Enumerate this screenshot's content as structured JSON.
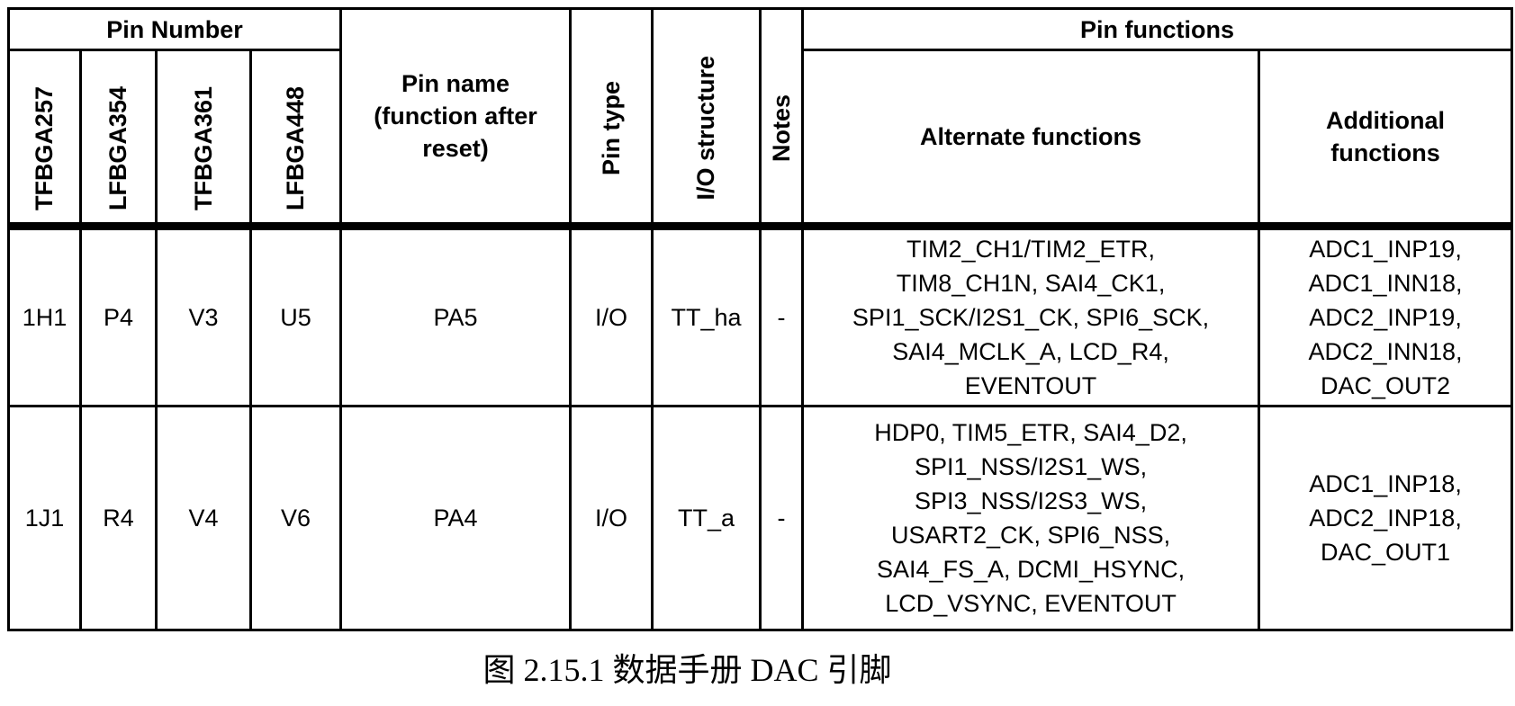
{
  "colors": {
    "background": "#ffffff",
    "border": "#000000",
    "text": "#000000"
  },
  "table": {
    "headers": {
      "pin_number_group": "Pin Number",
      "pin_functions_group": "Pin functions",
      "packages": [
        "TFBGA257",
        "LFBGA354",
        "TFBGA361",
        "LFBGA448"
      ],
      "pin_name": "Pin name\n(function after\nreset)",
      "pin_type": "Pin type",
      "io_structure": "I/O structure",
      "notes": "Notes",
      "alternate_functions": "Alternate functions",
      "additional_functions": "Additional\nfunctions"
    },
    "rows": [
      {
        "tfbga257": "1H1",
        "lfbga354": "P4",
        "tfbga361": "V3",
        "lfbga448": "U5",
        "pin_name": "PA5",
        "pin_type": "I/O",
        "io_structure": "TT_ha",
        "notes": "-",
        "alternate_functions": "TIM2_CH1/TIM2_ETR,\nTIM8_CH1N, SAI4_CK1,\nSPI1_SCK/I2S1_CK, SPI6_SCK,\nSAI4_MCLK_A, LCD_R4,\nEVENTOUT",
        "additional_functions": "ADC1_INP19,\nADC1_INN18,\nADC2_INP19,\nADC2_INN18,\nDAC_OUT2"
      },
      {
        "tfbga257": "1J1",
        "lfbga354": "R4",
        "tfbga361": "V4",
        "lfbga448": "V6",
        "pin_name": "PA4",
        "pin_type": "I/O",
        "io_structure": "TT_a",
        "notes": "-",
        "alternate_functions": "HDP0, TIM5_ETR, SAI4_D2,\nSPI1_NSS/I2S1_WS,\nSPI3_NSS/I2S3_WS,\nUSART2_CK, SPI6_NSS,\nSAI4_FS_A, DCMI_HSYNC,\nLCD_VSYNC, EVENTOUT",
        "additional_functions": "ADC1_INP18,\nADC2_INP18,\nDAC_OUT1"
      }
    ]
  },
  "caption": "图 2.15.1 数据手册 DAC 引脚"
}
